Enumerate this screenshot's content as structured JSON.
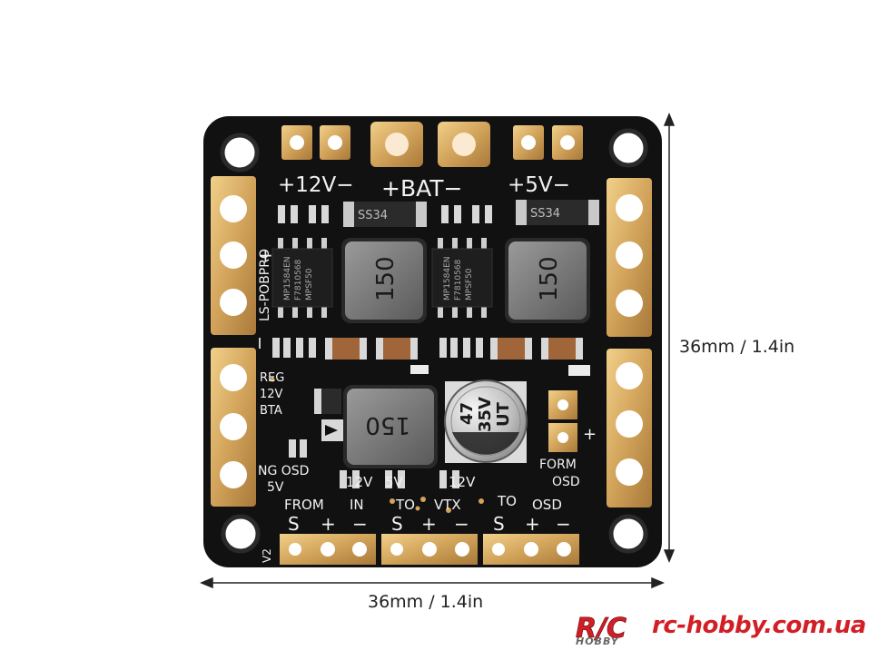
{
  "board": {
    "silk_top": [
      "+12V−",
      "+BAT−",
      "+5V−"
    ],
    "diode_label": "SS34",
    "ic_label": [
      "MP1584EN",
      "F7810568",
      "MPSF50"
    ],
    "inductor_label": "150",
    "capacitor_label": [
      "47",
      "35V",
      "UT"
    ],
    "side_text": "LS-POBPRO",
    "left_silk": [
      "REG",
      "12V",
      "BTA",
      "NG OSD",
      "5V"
    ],
    "voltage_select": [
      "12V",
      "5V",
      "12V"
    ],
    "group_headers": [
      "FROM",
      "IN",
      "TO",
      "VTX",
      "TO",
      "OSD"
    ],
    "pin_labels": [
      "S",
      "+",
      "−"
    ],
    "form_osd": [
      "FORM",
      "OSD"
    ],
    "version": "V2",
    "plus_mark": "+"
  },
  "dimensions": {
    "width": "36mm / 1.4in",
    "height": "36mm / 1.4in"
  },
  "brand": {
    "url": "rc-hobby.com.ua",
    "mark": "R/C",
    "sub": "HOBBY"
  },
  "colors": {
    "pcb": "#111111",
    "gold": "#d4a35a",
    "silk": "#f2f2f2",
    "brand_red": "#d21f26"
  }
}
